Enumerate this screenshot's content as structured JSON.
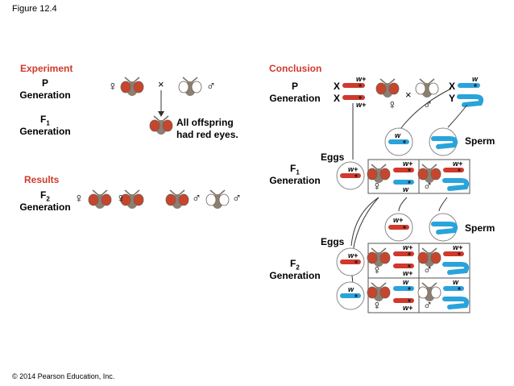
{
  "figure_label": "Figure 12.4",
  "copyright": "© 2014 Pearson Education, Inc.",
  "experiment": {
    "heading": "Experiment",
    "p_gen": [
      "P",
      "Generation"
    ],
    "f1_gen": [
      "F",
      "1",
      "Generation"
    ],
    "offspring_note": [
      "All offspring",
      "had red eyes."
    ],
    "cross_symbol": "×"
  },
  "results": {
    "heading": "Results",
    "f2_gen": [
      "F",
      "2",
      "Generation"
    ]
  },
  "conclusion": {
    "heading": "Conclusion",
    "p_gen": [
      "P",
      "Generation"
    ],
    "f1_gen": [
      "F",
      "1",
      "Generation"
    ],
    "f2_gen": [
      "F",
      "2",
      "Generation"
    ],
    "eggs_label": "Eggs",
    "sperm_label": "Sperm",
    "female_chrom": [
      "X",
      "X"
    ],
    "male_chrom": [
      "X",
      "Y"
    ],
    "allele_dom": "w+",
    "allele_rec": "w",
    "cross_symbol": "×"
  },
  "symbols": {
    "female": "♀",
    "male": "♂"
  },
  "colors": {
    "red_chrom": "#d0392b",
    "blue_chrom": "#29a3dc",
    "heading_red": "#d0392b",
    "fly_body": "#8c7f72",
    "red_eye": "#c8452d",
    "white_eye": "#ffffff"
  }
}
